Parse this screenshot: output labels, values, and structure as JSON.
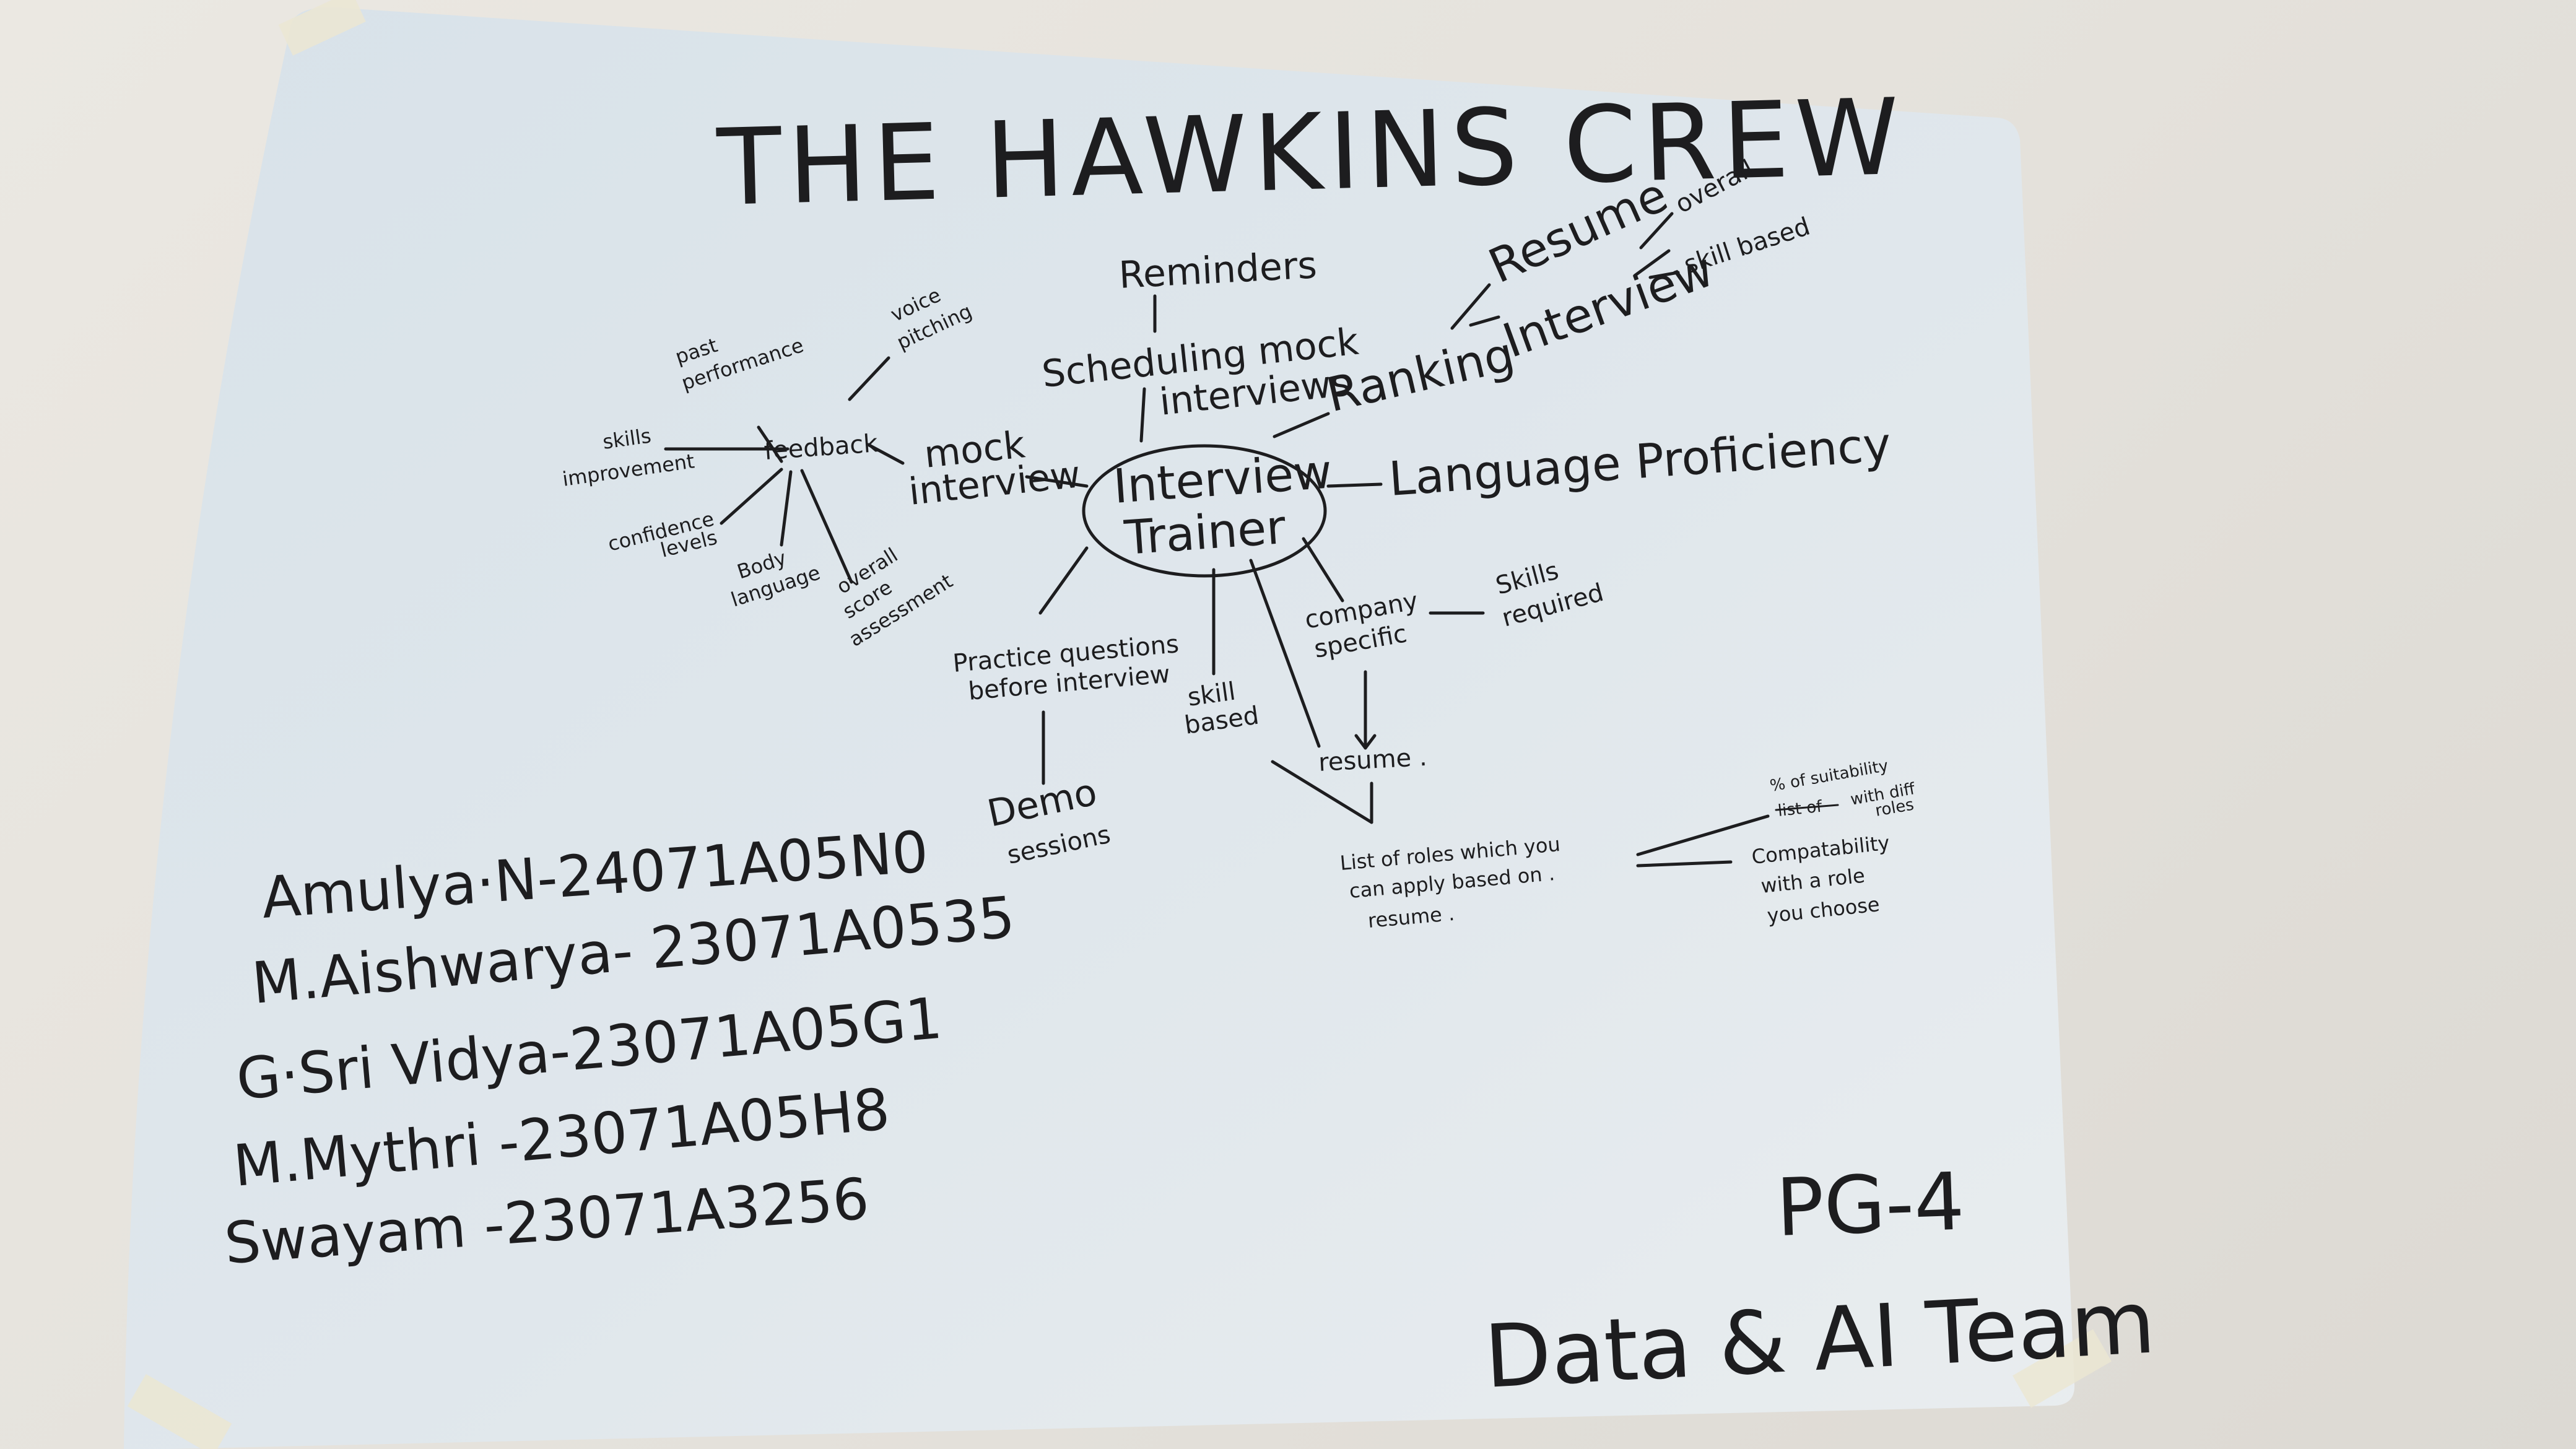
{
  "poster": {
    "title": "THE HAWKINS CREW",
    "center_node": [
      "Interview",
      "Trainer"
    ],
    "nodes": {
      "reminders": "Reminders",
      "scheduling": [
        "Scheduling mock",
        "interviews"
      ],
      "ranking": "Ranking",
      "resume_rank": "Resume",
      "interview_rank": "Interview",
      "overall": "overall",
      "skill_based_rank": "skill based",
      "language": "Language Proficiency",
      "mock_interview": [
        "mock",
        "interview"
      ],
      "feedback": "feedback",
      "past_performance": [
        "past",
        "performance"
      ],
      "voice_pitching": [
        "voice",
        "pitching"
      ],
      "skills_improvement": [
        "skills",
        "improvement"
      ],
      "confidence": [
        "confidence",
        "levels"
      ],
      "body_language": [
        "Body",
        "language"
      ],
      "overall_score": [
        "overall",
        "score",
        "assessment"
      ],
      "practice": [
        "Practice questions",
        "before interview"
      ],
      "demo": [
        "Demo",
        "sessions"
      ],
      "skill_based": [
        "skill",
        "based"
      ],
      "company_specific": [
        "company",
        "specific"
      ],
      "skills_required": [
        "Skills",
        "required"
      ],
      "resume": "resume .",
      "roles_list": [
        "List of roles which you",
        "can apply based on .",
        "resume ."
      ],
      "suitability": [
        "% of suitability",
        "with diff",
        "list of",
        "roles"
      ],
      "compatibility": [
        "Compatability",
        "with a role",
        "you choose"
      ]
    },
    "members": [
      "Amulya·N-24071A05N0",
      "M.Aishwarya- 23071A0535",
      "G·Sri Vidya-23071A05G1",
      "M.Mythri -23071A05H8",
      "Swayam -23071A3256"
    ],
    "group": "PG-4",
    "team": "Data & AI Team"
  },
  "colors": {
    "paper": "#dde5ea",
    "ink": "#1d1d1f",
    "wall": "#e6e3dd",
    "tape": "#ece7d2"
  }
}
